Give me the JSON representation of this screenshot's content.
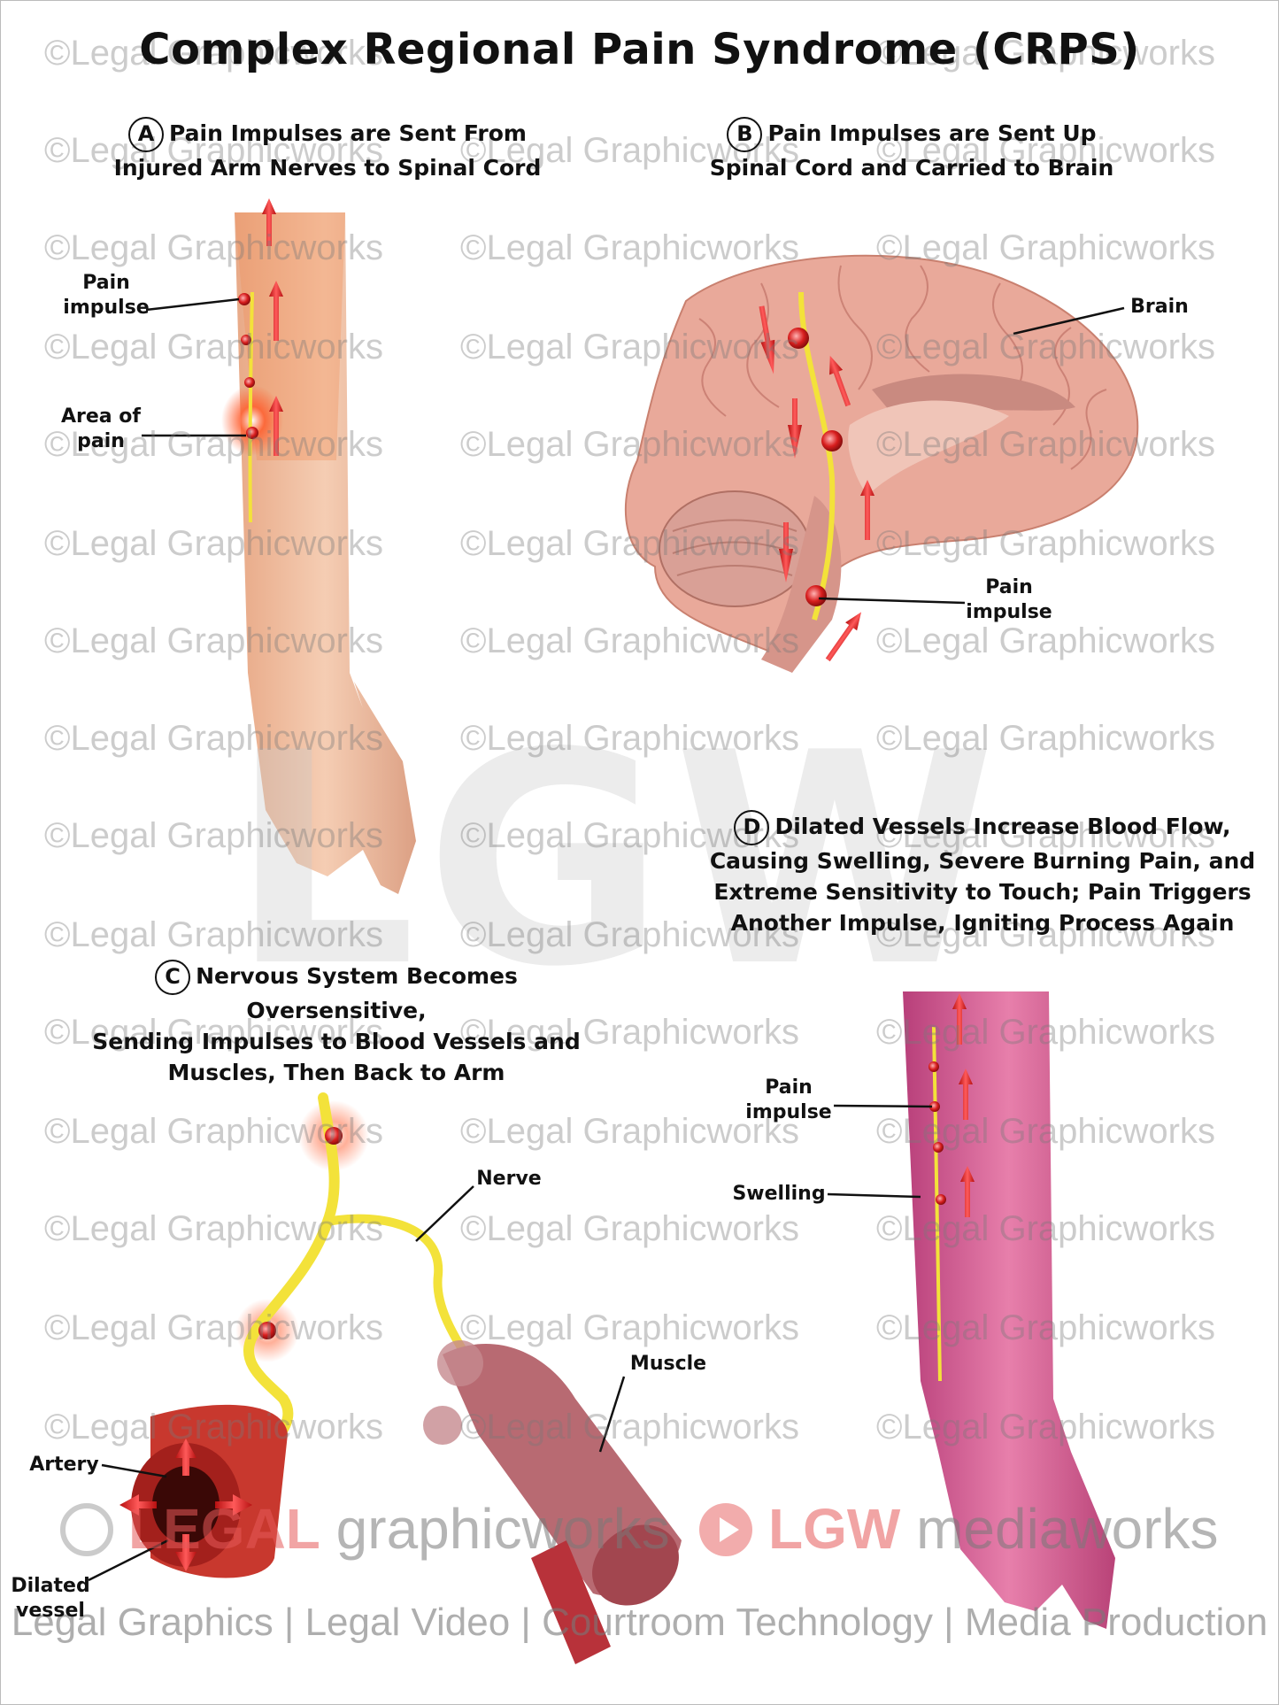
{
  "title": "Complex Regional Pain Syndrome (CRPS)",
  "panels": {
    "a": {
      "letter": "A",
      "title_line1": "Pain Impulses are Sent From",
      "title_line2": "Injured Arm Nerves to Spinal Cord",
      "label_pain_impulse": "Pain impulse",
      "label_area_of_pain": "Area of pain"
    },
    "b": {
      "letter": "B",
      "title_line1": "Pain Impulses are Sent Up",
      "title_line2": "Spinal Cord and Carried to Brain",
      "label_brain": "Brain",
      "label_pain_impulse": "Pain impulse"
    },
    "c": {
      "letter": "C",
      "title_line1": "Nervous System Becomes Oversensitive,",
      "title_line2": "Sending Impulses to Blood Vessels and",
      "title_line3": "Muscles, Then Back to Arm",
      "label_nerve": "Nerve",
      "label_muscle": "Muscle",
      "label_artery": "Artery",
      "label_dilated_vessel": "Dilated vessel"
    },
    "d": {
      "letter": "D",
      "title_line1": "Dilated Vessels Increase Blood Flow,",
      "title_line2": "Causing Swelling, Severe Burning Pain, and",
      "title_line3": "Extreme Sensitivity to Touch; Pain Triggers",
      "title_line4": "Another Impulse, Igniting Process Again",
      "label_pain_impulse": "Pain impulse",
      "label_swelling": "Swelling"
    }
  },
  "watermark": {
    "text": "©Legal Graphicworks",
    "logo": "LGW",
    "brand_left_bold": "LEGAL",
    "brand_left": "graphicworks",
    "brand_right_bold": "LGW",
    "brand_right": "mediaworks",
    "tagline": "Legal Graphics | Legal Video | Courtroom Technology | Media Production"
  },
  "colors": {
    "nerve": "#f3e23a",
    "impulse": "#d81e1e",
    "arrow": "#e02424",
    "skin": "#f1c3a5",
    "swollen_skin": "#d9639a",
    "brain": "#e9a99a",
    "artery": "#c8382e"
  }
}
